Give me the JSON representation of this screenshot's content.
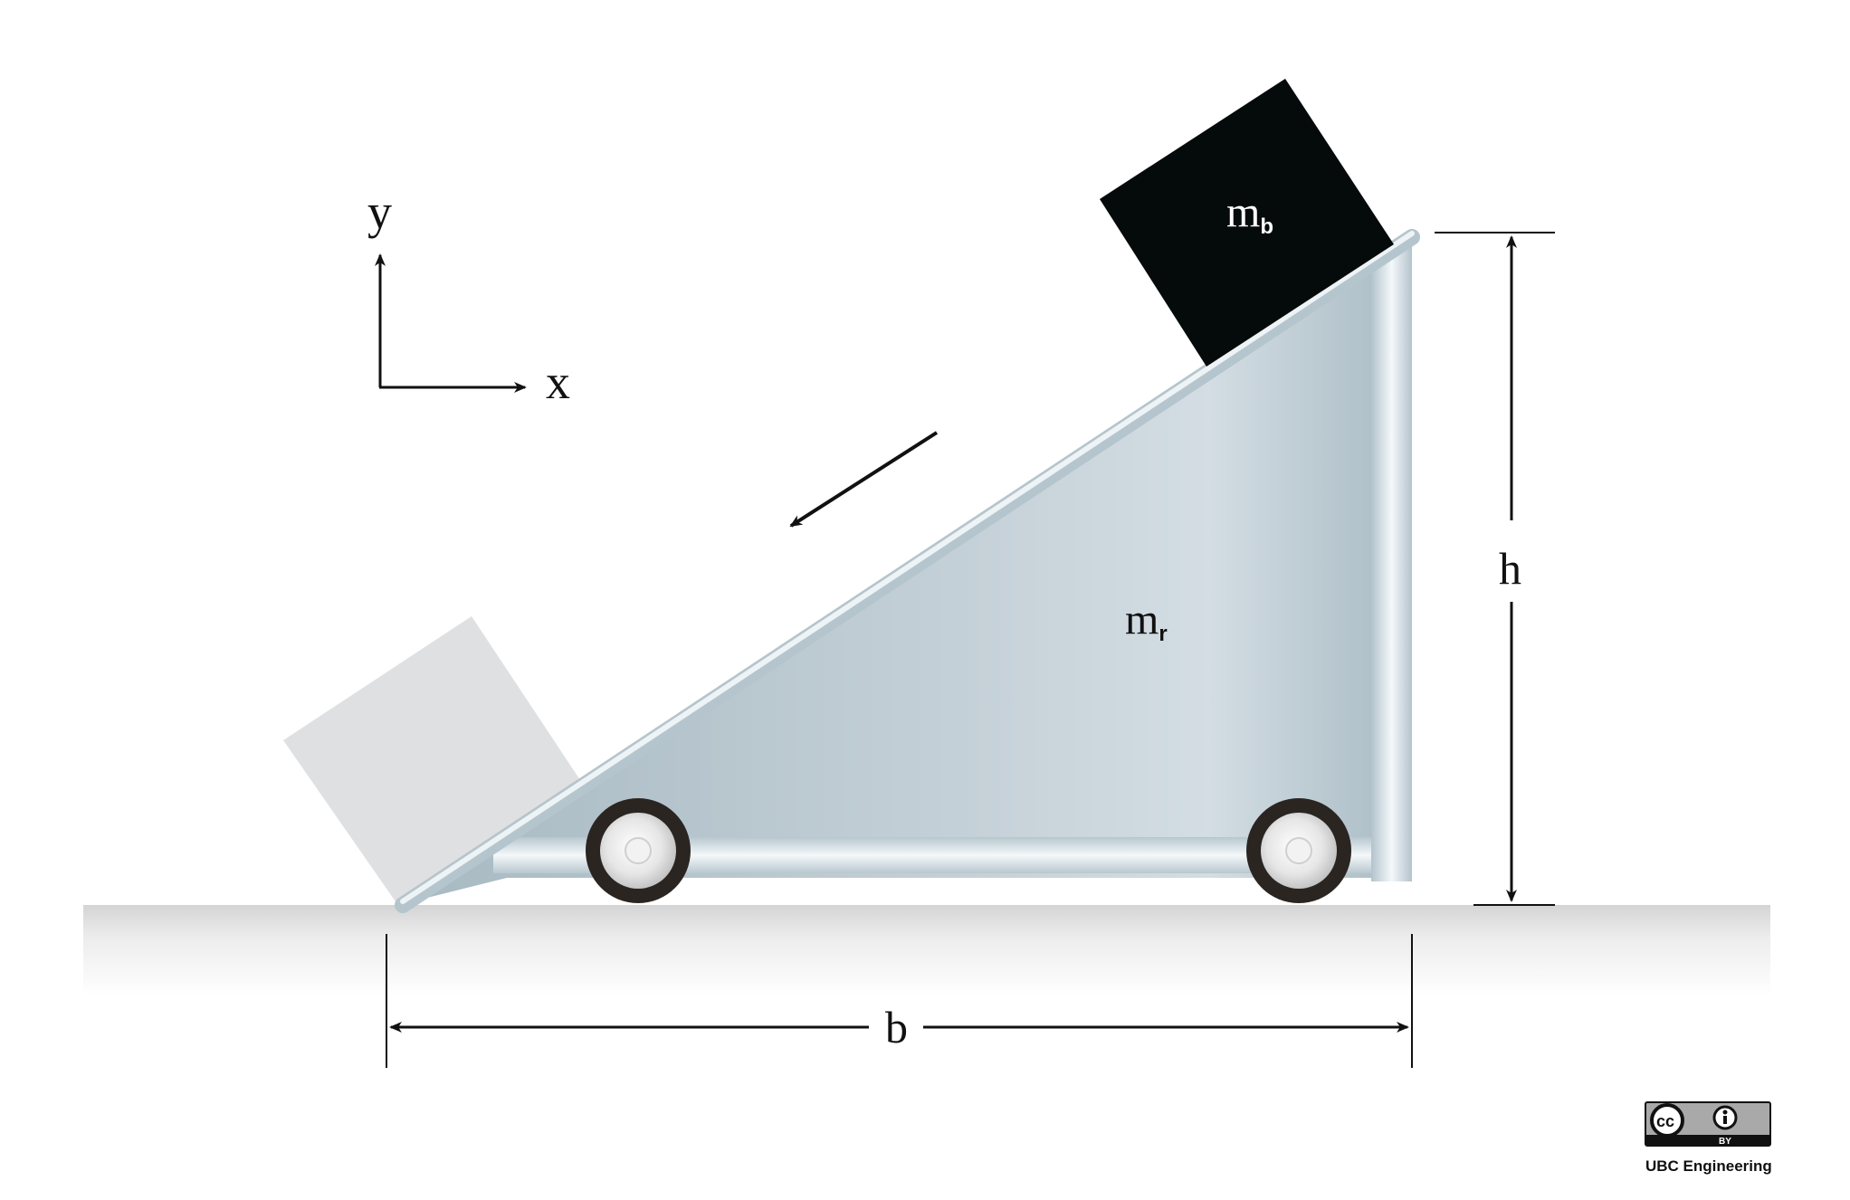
{
  "axes": {
    "y_label": "y",
    "x_label": "x"
  },
  "block": {
    "mass_symbol": "m",
    "mass_subscript": "b"
  },
  "ramp": {
    "mass_symbol": "m",
    "mass_subscript": "r"
  },
  "dimensions": {
    "height_label": "h",
    "base_label": "b"
  },
  "license": {
    "cc_text": "cc",
    "by_text": "BY",
    "credit": "UBC Engineering"
  },
  "colors": {
    "block_dark": "#050a0b",
    "block_ghost": "#dfe0e2",
    "ramp_fill_dark": "#a9bbc4",
    "ramp_fill_light": "#d3dde3",
    "rail": "#c5d3db",
    "wheel_tire": "#2b2522",
    "floor_top": "#d9d9d9"
  }
}
